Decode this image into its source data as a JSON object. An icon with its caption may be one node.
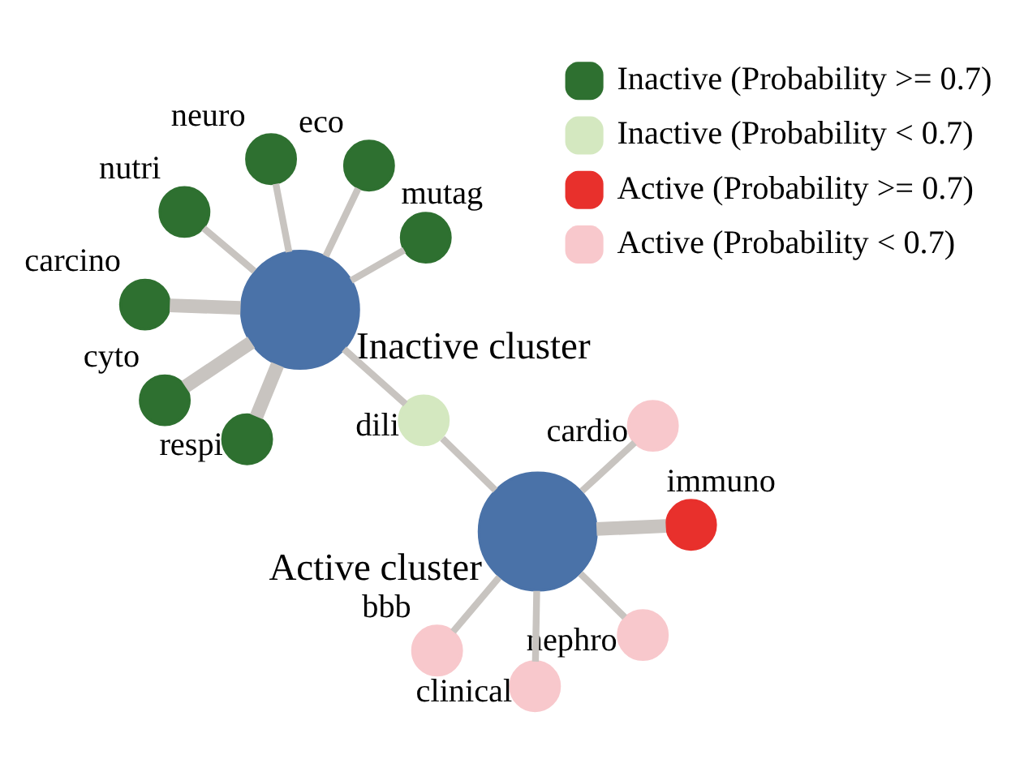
{
  "diagram": {
    "nodes": [
      {
        "text": [
          "Inactive cluster"
        ]
      },
      {
        "text": [
          "Active cluster"
        ]
      },
      {
        "text": [
          "nephro"
        ]
      },
      {
        "text": [
          "cardio"
        ]
      },
      {
        "text": [
          "dili"
        ]
      },
      {
        "text": [
          "bbb"
        ]
      },
      {
        "text": [
          "carcino"
        ]
      },
      {
        "text": [
          "immuno"
        ]
      },
      {
        "text": [
          "clinical"
        ]
      },
      {
        "text": [
          "respi"
        ]
      },
      {
        "text": [
          "cyto"
        ]
      },
      {
        "text": [
          "nutri"
        ]
      },
      {
        "text": [
          "mutag"
        ]
      },
      {
        "text": [
          "eco"
        ]
      },
      {
        "text": [
          "neuro"
        ]
      }
    ],
    "edges": [
      {
        "from": 1,
        "to": 2,
        "arrow": "none"
      },
      {
        "from": 1,
        "to": 3,
        "arrow": "none"
      },
      {
        "from": 1,
        "to": 4,
        "arrow": "none"
      },
      {
        "from": 1,
        "to": 5,
        "arrow": "none"
      },
      {
        "from": 1,
        "to": 7,
        "arrow": "none",
        "style": "thick"
      },
      {
        "from": 1,
        "to": 8,
        "arrow": "none"
      },
      {
        "from": 0,
        "to": 11,
        "arrow": "none"
      },
      {
        "from": 0,
        "to": 12,
        "arrow": "none"
      },
      {
        "from": 0,
        "to": 13,
        "arrow": "none"
      },
      {
        "from": 0,
        "to": 14,
        "arrow": "none"
      },
      {
        "from": 0,
        "to": 4,
        "arrow": "none"
      },
      {
        "from": 0,
        "to": 6,
        "arrow": "none",
        "style": "thick"
      },
      {
        "from": 0,
        "to": 9,
        "arrow": "none",
        "style": "thick"
      },
      {
        "from": 0,
        "to": 10,
        "arrow": "none",
        "style": "thick"
      }
    ],
    "legend": [
      {
        "text": "Inactive (Probability >= 0.7)",
        "color": "#2e7030"
      },
      {
        "text": "Inactive (Probability < 0.7)",
        "color": "#d4e8c0"
      },
      {
        "text": "Active (Probability >= 0.7)",
        "color": "#e8302c"
      },
      {
        "text": "Active (Probability < 0.7)",
        "color": "#f8c8cc"
      }
    ]
  }
}
